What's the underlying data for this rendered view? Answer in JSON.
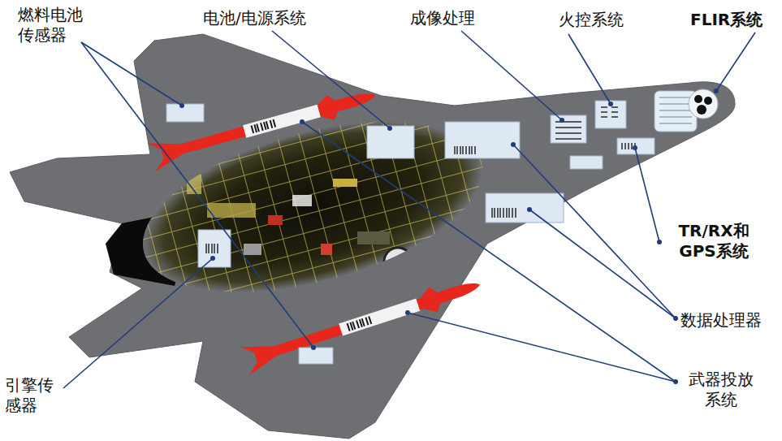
{
  "diagram": {
    "labels": [
      "燃料电池 传感器",
      "电池/电源系统",
      "成像处理",
      "火控系统",
      "FLIR系统",
      "TR/RX和 GPS系统",
      "数据处理器",
      "武器投放 系统",
      "引擎传 感器"
    ]
  }
}
